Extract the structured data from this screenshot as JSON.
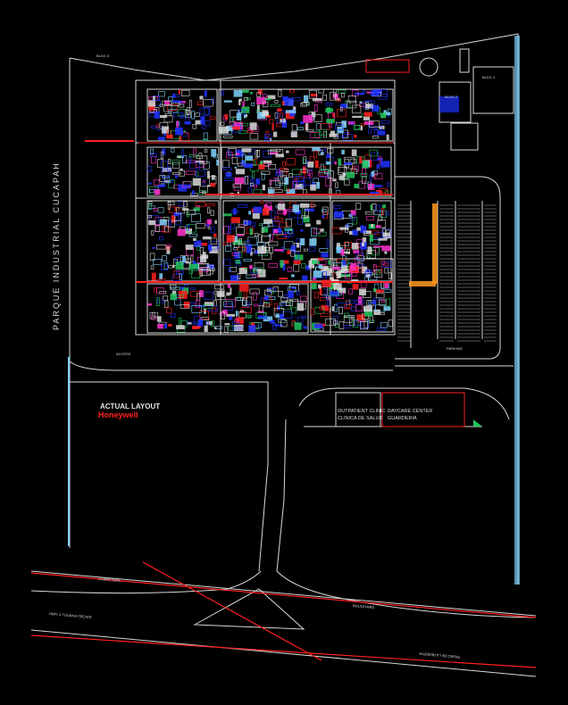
{
  "labels": {
    "park_name": "PARQUE INDUSTRIAL CUCAPAH",
    "actual_layout": "ACTUAL LAYOUT",
    "company": "Honeywell",
    "clinic": "OUTPATIENT CLINIC",
    "clinic_sub": "CLINICA DE SALUD",
    "daycare": "DAYCARE CENTER",
    "daycare_sub": "GUARDERIA",
    "boulevard": "BOULEVARD",
    "highway": "HWY. 2 TIJUANA-TECATE",
    "road_north": "PASEO DE LA RESERVA",
    "road_south": "CARRETERA",
    "building_1": "BLDG 1",
    "building_2": "BLDG 2",
    "building_3": "BLDG 3",
    "parking": "PARKING",
    "entrance": "ACCESS"
  },
  "colors": {
    "background": "#000000",
    "outline": "#d9d9d9",
    "accent_red": "#ff2020",
    "accent_blue": "#1e32ff",
    "accent_cyan": "#7fd3ff",
    "accent_green": "#22c55e",
    "accent_magenta": "#ff33cc",
    "accent_orange": "#ff9a1f"
  }
}
